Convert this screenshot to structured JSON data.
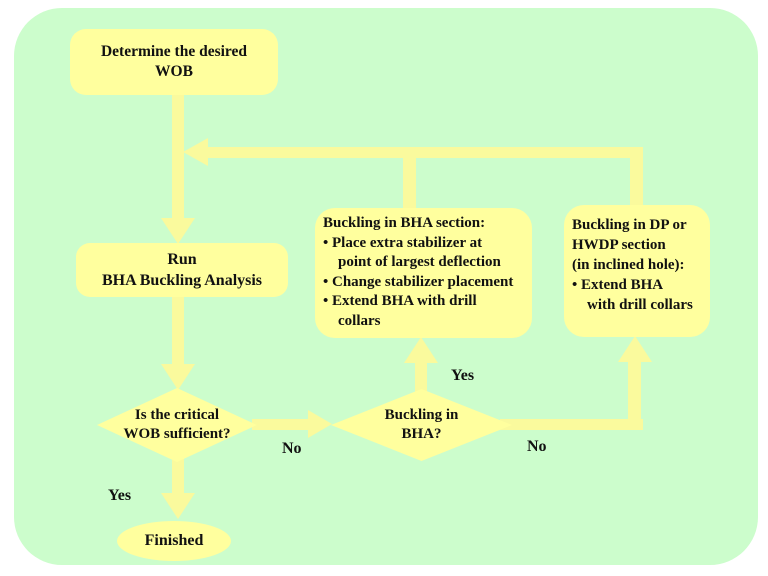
{
  "flowchart": {
    "colors": {
      "panel_background": "#ccfdcc",
      "shape_fill": "#ffff9e",
      "connector_fill": "#fafa9d",
      "text": "#111111",
      "page_background": "#ffffff"
    },
    "nodes": {
      "determine": {
        "line1": "Determine the desired",
        "line2": "WOB"
      },
      "run": {
        "line1": "Run",
        "line2": "BHA Buckling Analysis"
      },
      "wob_check": {
        "line1": "Is the critical",
        "line2": "WOB sufficient?"
      },
      "bha_check": {
        "line1": "Buckling in",
        "line2": "BHA?"
      },
      "finished": {
        "label": "Finished"
      },
      "bha_fix": {
        "l0": "Buckling in BHA section:",
        "l1": "• Place extra stabilizer at",
        "l2": "point of largest deflection",
        "l3": "• Change stabilizer placement",
        "l4": "• Extend BHA with drill",
        "l5": "collars"
      },
      "dp_fix": {
        "l0": "Buckling in DP or",
        "l1": "HWDP section",
        "l2": "(in inclined hole):",
        "l3": "• Extend BHA",
        "l4": "with drill collars"
      }
    },
    "edge_labels": {
      "wob_yes": "Yes",
      "wob_no": "No",
      "bha_yes": "Yes",
      "bha_no": "No"
    }
  }
}
